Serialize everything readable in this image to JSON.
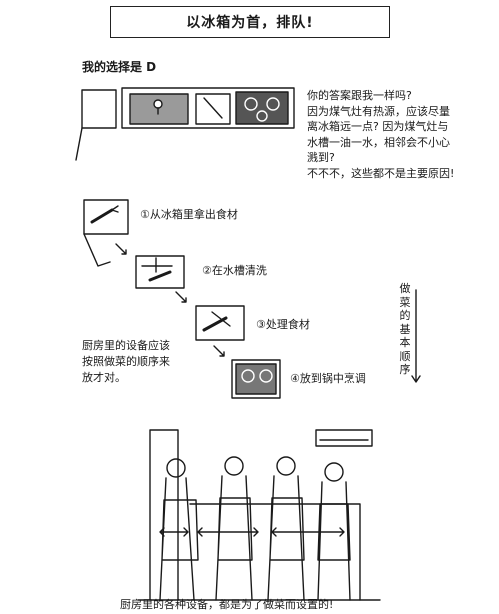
{
  "title": "以冰箱为首，排队!",
  "choice_label": "我的选择是 D",
  "note_lines": [
    "你的答案跟我一样吗?",
    "因为煤气灶有热源，应该尽量",
    "离冰箱远一点? 因为煤气灶与",
    "水槽一油一水，相邻会不小心",
    "溅到?",
    "不不不，这些都不是主要原因!"
  ],
  "steps": [
    {
      "label": "①从冰箱里拿出食材",
      "icon": "carrot-icon"
    },
    {
      "label": "②在水槽清洗",
      "icon": "sink-faucet-icon"
    },
    {
      "label": "③处理食材",
      "icon": "knife-icon"
    },
    {
      "label": "④放到锅中烹调",
      "icon": "stove-icon"
    }
  ],
  "vertical_label": "做菜的基本顺序",
  "side_note_lines": [
    "厨房里的设备应该",
    "按照做菜的顺序来",
    "放才对。"
  ],
  "caption": "厨房里的各种设备，都是为了做菜而设置的!",
  "colors": {
    "ink": "#1a1a1a",
    "fill": "#9a9a9a",
    "paper": "#ffffff"
  }
}
